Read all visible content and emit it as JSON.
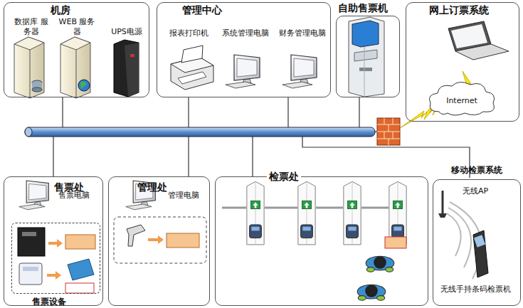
{
  "diagram": {
    "nodes": [
      {
        "text": [
          "机房"
        ]
      },
      {
        "text": [
          "管理中心"
        ]
      },
      {
        "text": [
          "自助售票机"
        ]
      },
      {
        "text": [
          "网上订票系统"
        ]
      },
      {
        "text": [
          "Internet"
        ],
        "in": 3
      },
      {
        "text": [
          "售票处"
        ]
      },
      {
        "text": [
          "售票设备"
        ],
        "in": 5
      },
      {
        "text": [
          "管理处"
        ]
      },
      {
        "text": [
          "检票处"
        ]
      },
      {
        "text": [
          "移动检票系统"
        ]
      }
    ],
    "labels": [
      "数据库 服务器",
      "WEB 服务器",
      "UPS电源",
      "报表打印机",
      "系统管理电脑",
      "财务管理电脑",
      "售票电脑",
      "管理电脑",
      "无线AP",
      "无线手持条码检票机"
    ]
  }
}
